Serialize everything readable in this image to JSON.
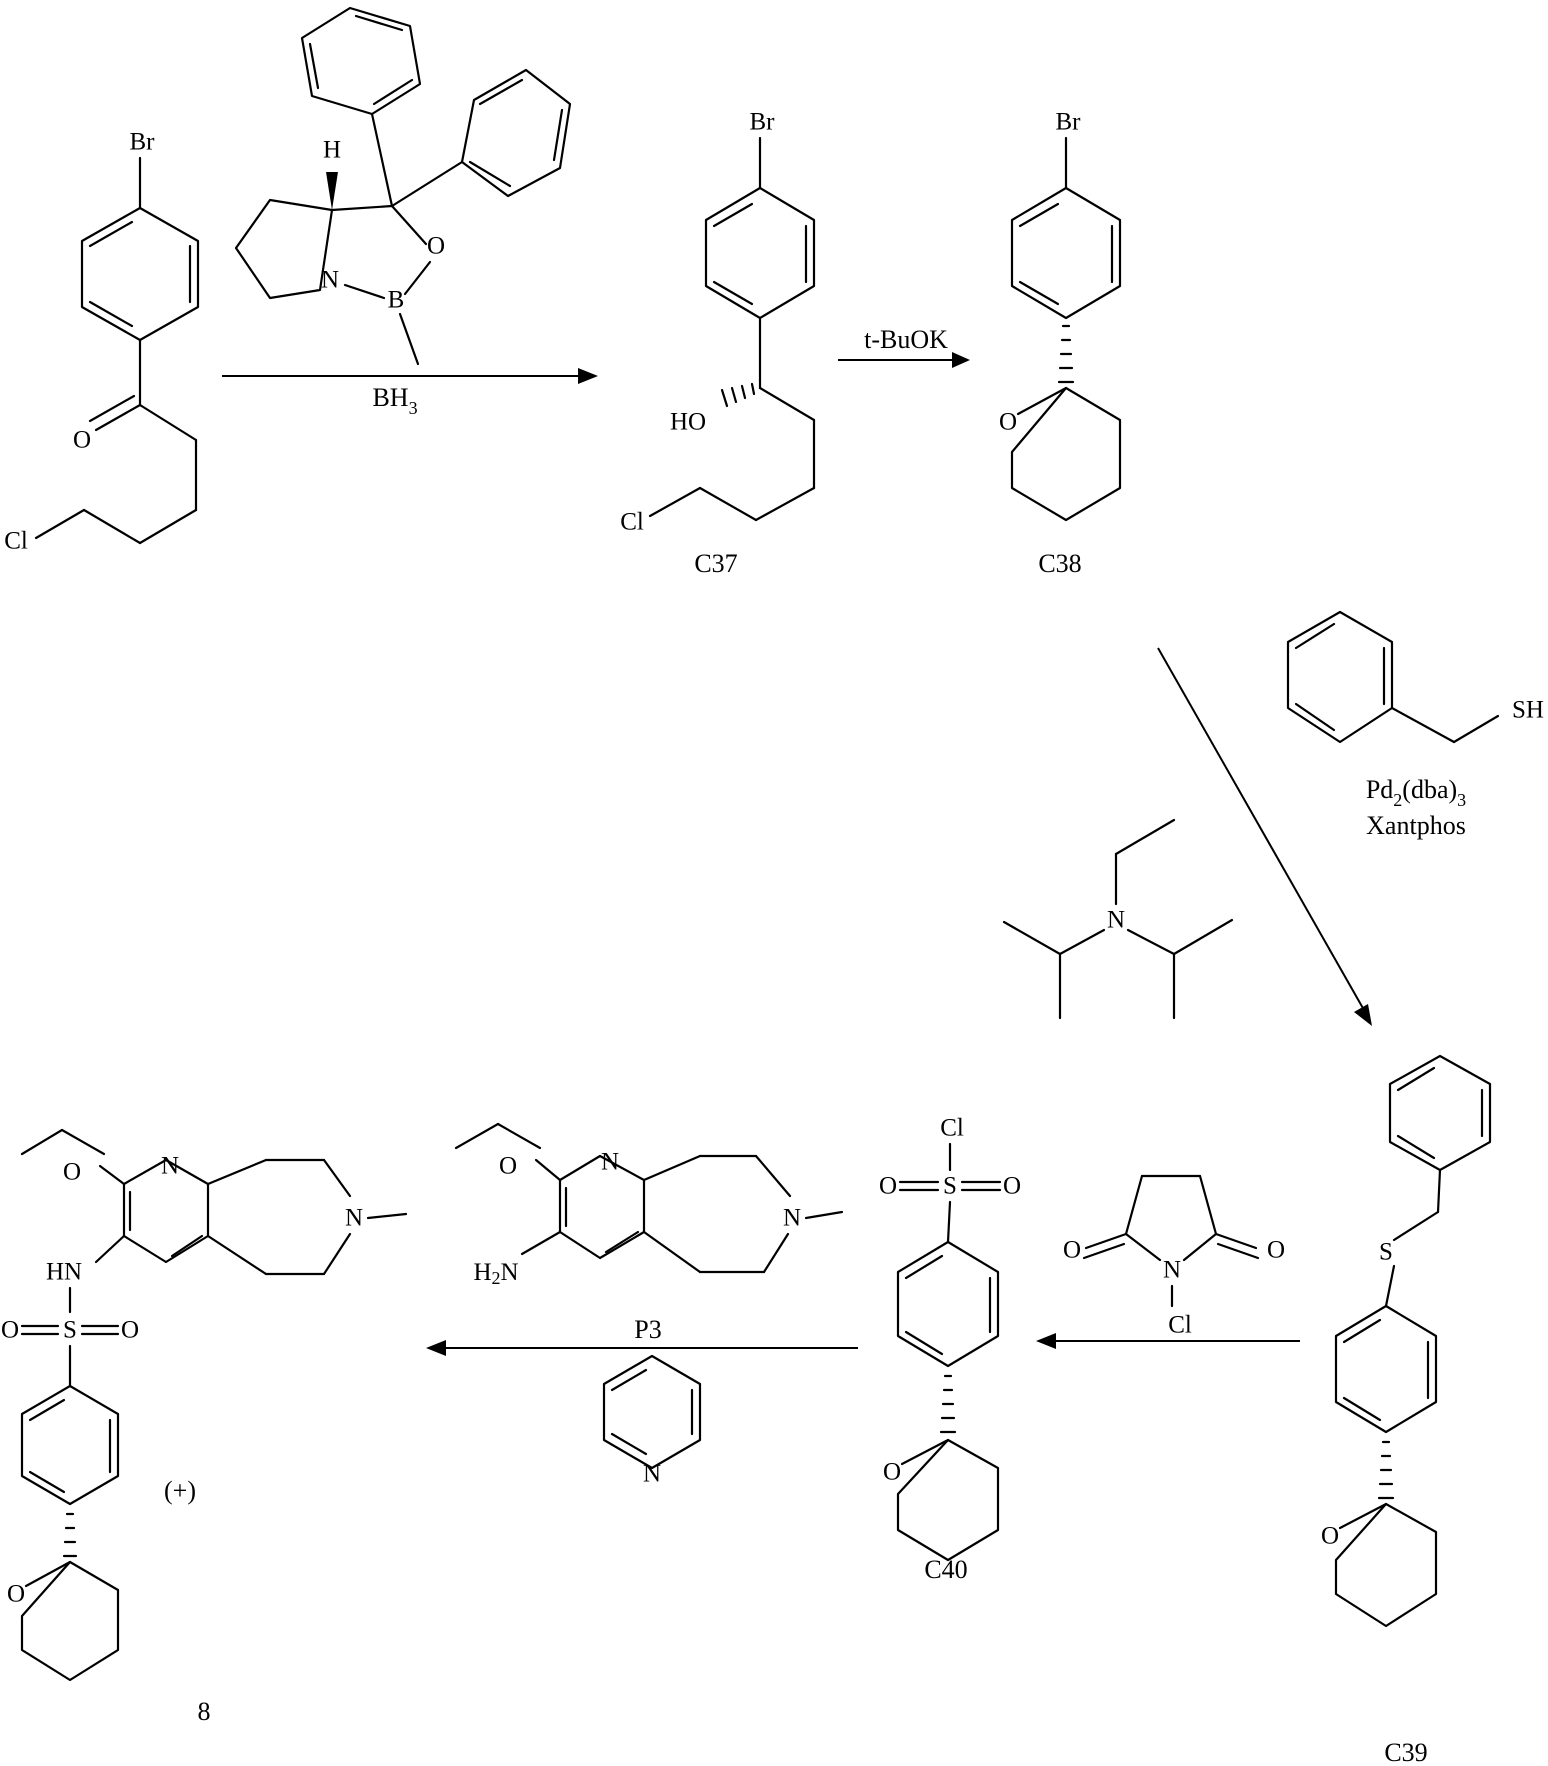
{
  "compounds": {
    "c37": "C37",
    "c38": "C38",
    "c39": "C39",
    "c40": "C40",
    "product": "8",
    "stereo_note": "(+)"
  },
  "reagents": {
    "step1_reductant": "BH",
    "step1_reductant_sub": "3",
    "step2_base": "t-BuOK",
    "step3_catalyst": "Pd",
    "step3_catalyst_sub1": "2",
    "step3_catalyst_mid": "(dba)",
    "step3_catalyst_sub2": "3",
    "step3_ligand": "Xantphos",
    "step5_amine": "P3"
  },
  "atom_labels": {
    "br": "Br",
    "cl": "Cl",
    "o": "O",
    "n": "N",
    "b": "B",
    "h": "H",
    "s": "S",
    "sh": "SH",
    "ho": "HO",
    "hn": "HN",
    "h2n_h": "H",
    "h2n_sub": "2",
    "h2n_n": "N"
  }
}
